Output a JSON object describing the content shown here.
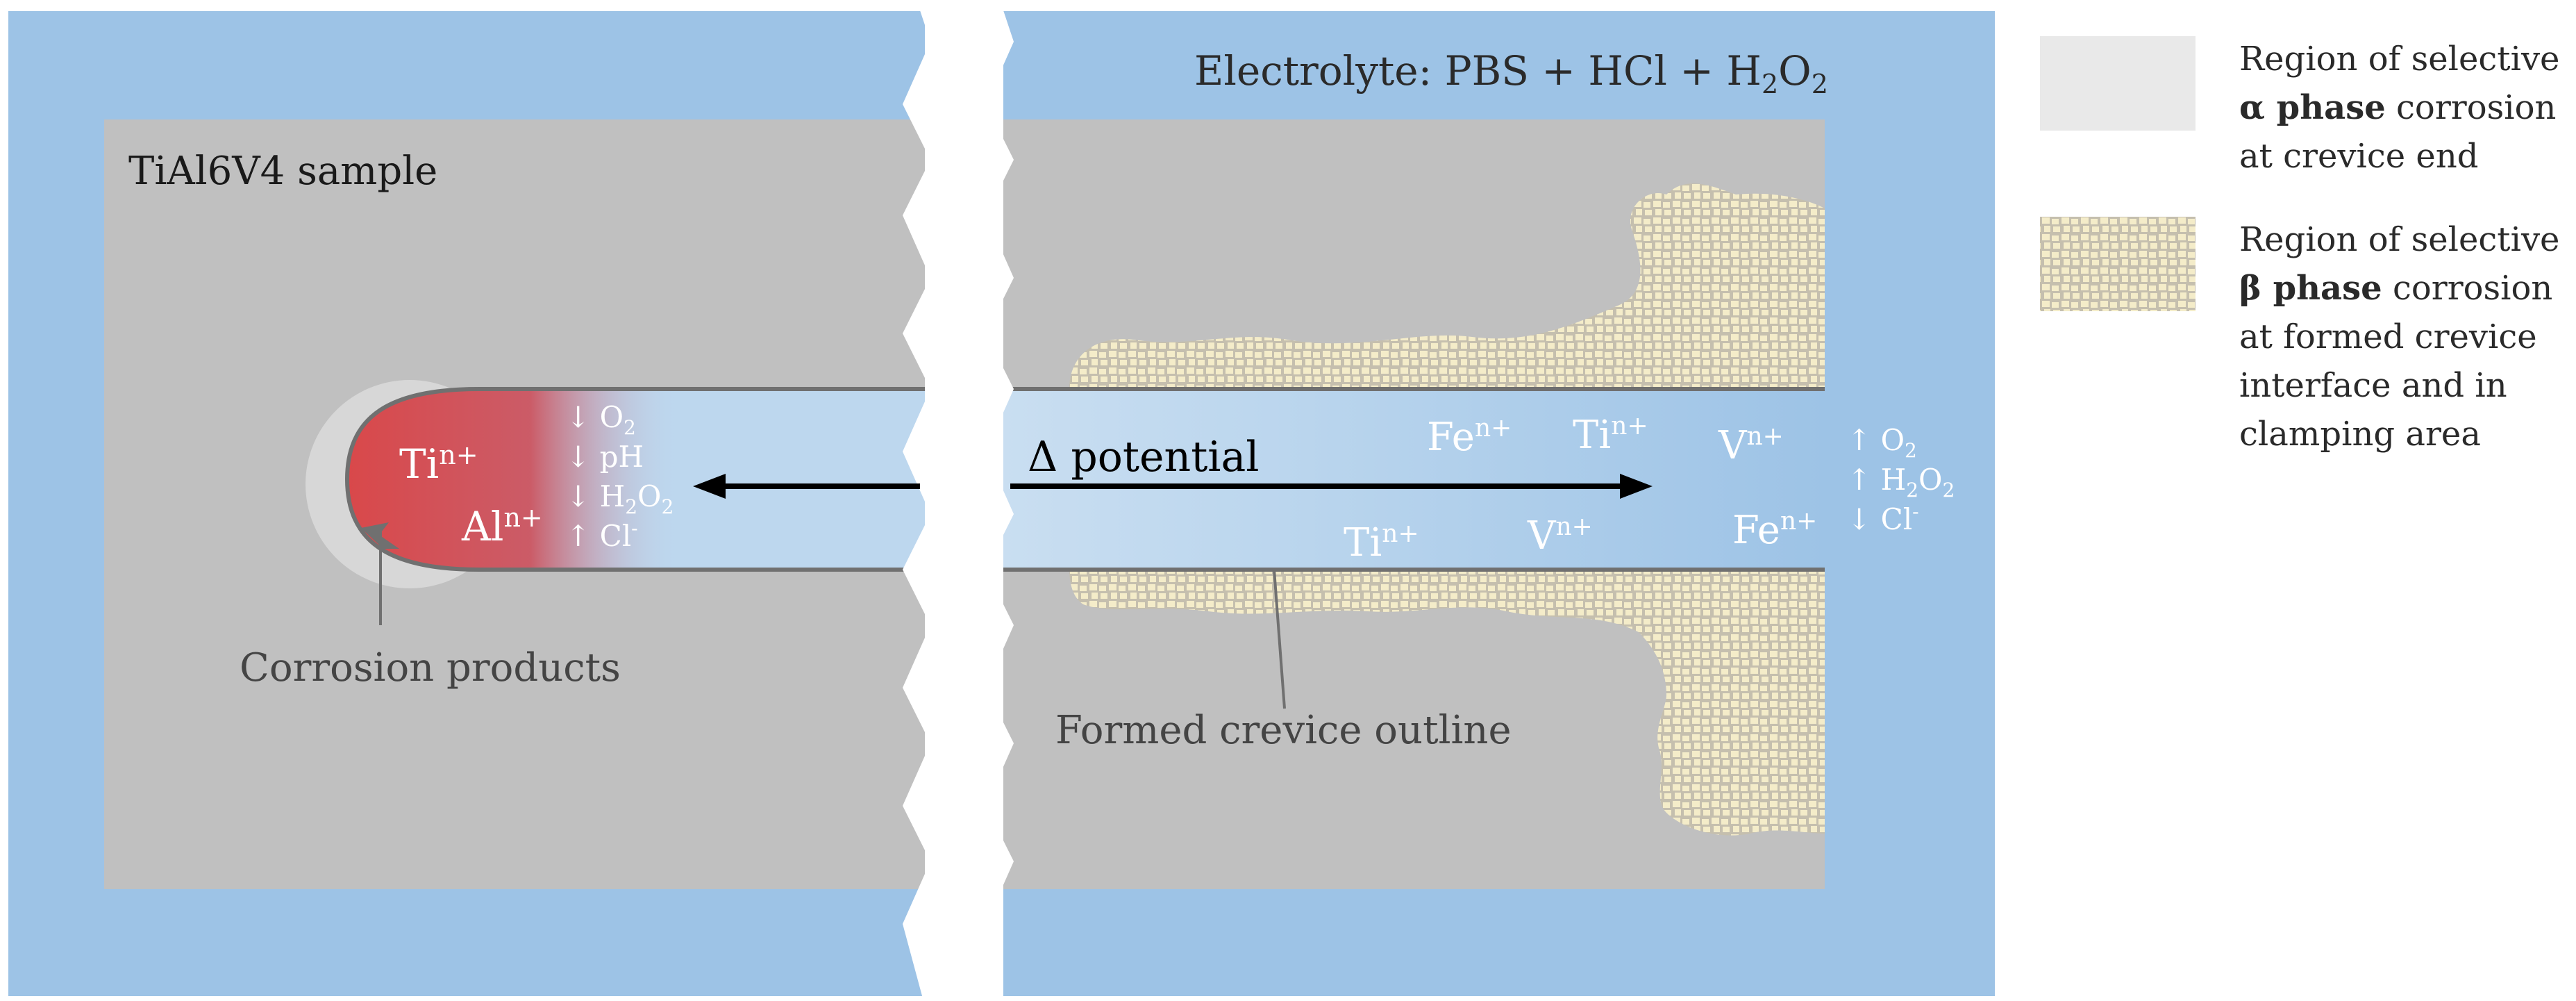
{
  "electrolyte": {
    "prefix": "Electrolyte: PBS + HCl + H",
    "sub": "2",
    "base": "O",
    "sub2": "2"
  },
  "sample_label": "TiAl6V4 sample",
  "potential_label": "Δ potential",
  "corrosion_products_label": "Corrosion products",
  "crevice_outline_label": "Formed crevice outline",
  "ions": {
    "ti": {
      "base": "Ti",
      "sup": "n+"
    },
    "al": {
      "base": "Al",
      "sup": "n+"
    },
    "fe": {
      "base": "Fe",
      "sup": "n+"
    },
    "v": {
      "base": "V",
      "sup": "n+"
    }
  },
  "crevice_end_list": [
    {
      "arrow": "↓",
      "base": "O",
      "sub": "2",
      "sup": ""
    },
    {
      "arrow": "↓",
      "base": "pH",
      "sub": "",
      "sup": ""
    },
    {
      "arrow": "↓",
      "base": "H",
      "sub": "2",
      "tail": "O",
      "sub2": "2"
    },
    {
      "arrow": "↑",
      "base": "Cl",
      "sub": "",
      "sup": "-"
    }
  ],
  "mouth_list": [
    {
      "arrow": "↑",
      "base": "O",
      "sub": "2"
    },
    {
      "arrow": "↑",
      "base": "H",
      "sub": "2",
      "tail": "O",
      "sub2": "2"
    },
    {
      "arrow": "↓",
      "base": "Cl",
      "sup": "-"
    }
  ],
  "legend": {
    "alpha": {
      "l1": "Region of selective",
      "l2_bold": "α phase",
      "l2_rest": " corrosion",
      "l3": "at crevice end"
    },
    "beta": {
      "l1": "Region of selective",
      "l2_bold": "β phase",
      "l2_rest": " corrosion",
      "l3": "at formed crevice",
      "l4": "interface and in",
      "l5": "clamping area"
    }
  },
  "colors": {
    "electrolyte": "#9dc3e6",
    "sample": "#c0c0c0",
    "crevice_light": "#bdd7ee",
    "alpha_region": "#d9d9d9",
    "beta_pattern": "#f2e9c8",
    "corrosion": "#d04a4a",
    "text_light": "#ffffff"
  }
}
